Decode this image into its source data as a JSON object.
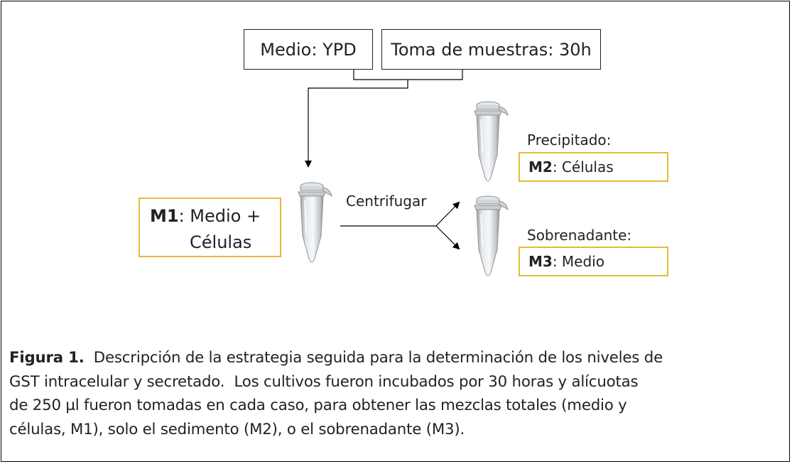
{
  "boxes": {
    "medio": "Medio: YPD",
    "toma": "Toma de muestras: 30h",
    "m1": {
      "tag": "M1",
      "line1_rest": ": Medio +",
      "line2": "Células"
    },
    "m2": {
      "tag": "M2",
      "rest": ": Células"
    },
    "m3": {
      "tag": "M3",
      "rest": ": Medio"
    }
  },
  "labels": {
    "precipitado": "Precipitado:",
    "sobrenadante": "Sobrenadante:",
    "centrifugar": "Centrifugar"
  },
  "icons": [
    "tube-icon"
  ],
  "colors": {
    "highlight_border": "#e8b83a",
    "line": "#000000"
  },
  "caption": {
    "label": "Figura 1.",
    "line1": "  Descripción de la estrategia seguida para la determinación de los niveles de",
    "line2": "GST intracelular y secretado.  Los cultivos fueron incubados por 30 horas y alícuotas",
    "line3": "de 250 µl fueron tomadas en cada caso, para obtener las mezclas totales (medio y",
    "line4": "células, M1), solo el sedimento (M2), o el sobrenadante (M3)."
  }
}
